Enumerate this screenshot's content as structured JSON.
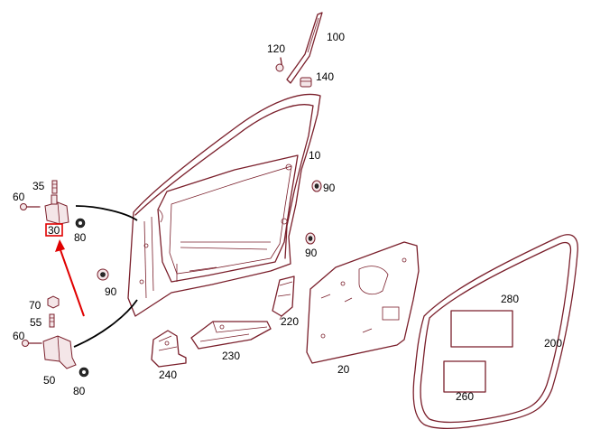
{
  "labels": {
    "p10": "10",
    "p20": "20",
    "p30": "30",
    "p35": "35",
    "p50": "50",
    "p55": "55",
    "p60a": "60",
    "p60b": "60",
    "p70": "70",
    "p80a": "80",
    "p80b": "80",
    "p90a": "90",
    "p90b": "90",
    "p90c": "90",
    "p100": "100",
    "p120": "120",
    "p140": "140",
    "p200": "200",
    "p220": "220",
    "p230": "230",
    "p240": "240",
    "p260": "260",
    "p280": "280"
  },
  "highlight": {
    "part": "30",
    "color": "#e00000"
  },
  "colors": {
    "part_outline": "#7a1f2b",
    "label_text": "#000000"
  }
}
